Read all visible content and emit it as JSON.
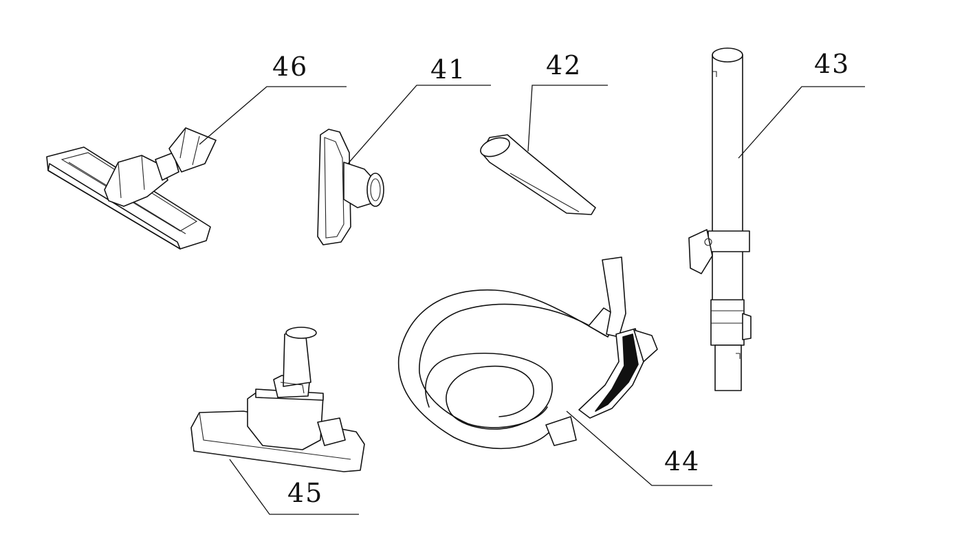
{
  "labels": {
    "part_46": "46",
    "part_41": "41",
    "part_42": "42",
    "part_43": "43",
    "part_44": "44",
    "part_45": "45"
  }
}
